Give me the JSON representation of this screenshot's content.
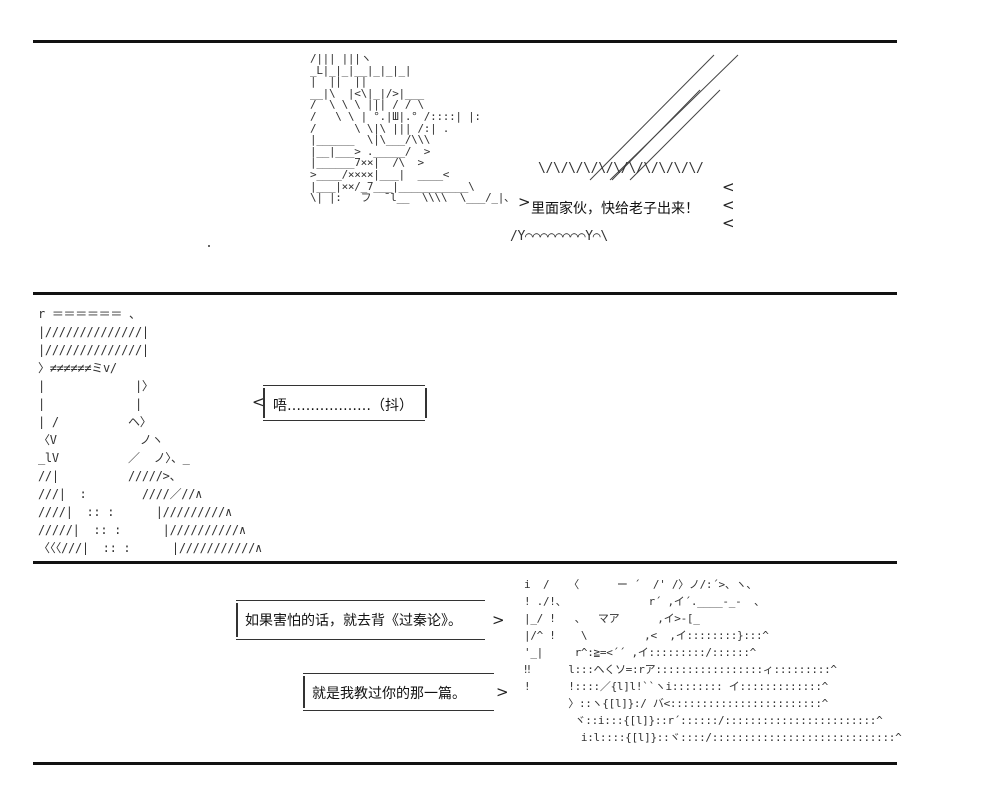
{
  "panel1": {
    "dialogue": "里面家伙，快给老子出来！"
  },
  "panel2": {
    "dialogue": "唔………………（抖）"
  },
  "panel3": {
    "dialogue_1": "如果害怕的话，就去背《过秦论》。",
    "dialogue_2": "就是我教过你的那一篇。"
  },
  "art": {
    "p1_row01": "/||| |||ヽ",
    "p1_row02": "_L|_|_|__|_|_|_|",
    "p1_row03": "|  ||  ||",
    "p1_row04": "__|\\  |<\\|_|/>|___",
    "p1_row05": "/  \\ \\ \\ ||| / / \\",
    "p1_row06": "/   \\ \\ | °.|Ш|.° /::::| |:",
    "p1_row07": "/      \\ \\|\\ ||| /:| .",
    "p1_row08": "|______  \\|\\___/\\\\\\",
    "p1_row09": "|__|___> ._____/  >",
    "p1_row10": "|______7××|  /\\  >",
    "p1_row11": ">____/××××|___|  ____<",
    "p1_row12": "|___|××/_7___|___________\\",
    "p1_row13": "\\| |:   フ  ¯l__  \\\\\\\\  \\___/_|、",
    "p1_slash": "/ /\n/  /\n/  /\n/  /\n/  /\n/  /",
    "p1_wave_top": "\\/\\/\\/\\/\\/\\/\\/\\/\\/\\/\\/",
    "p1_wave_bot": "/Y⌒⌒⌒⌒⌒⌒⌒⌒Y⌒\\",
    "p2_head": "r ＝＝＝＝＝＝ 、\n|//////////////|\n|//////////////|\n〉≠≠≠≠≠≠ミv/\n|             |〉\n|             |\n| /          ヘ〉\n〈V            ノヽ\n_lV          ／  ノ〉、_\n//|          /////>、\n///|  :        ////／//∧\n////|  :: :      |/////////∧\n/////|  :: :      |//////////∧\n〈〈〈///|  :: :      |///////////∧",
    "p3_art": "i  /   〈      ー ´  /' /〉ノ/:´>、ヽ、\n! ./!、             r´ ,イ´.____-_-  、\n|_/ !   、  マア      ,イ>-[_\n|/^ !    \\         ,<  ,イ::::::::}:::^\n'_|     r^:≧=<´´ ,イ:::::::::/::::::^\n‼      l:::ヘくソ=:rア:::::::::::::::::ィ:::::::::^\n!      !::::／{l]l!``ヽi:::::::: イ:::::::::::::^\n       〉::ヽ{[l]}:/ バ<::::::::::::::::::::::::^\n        ヾ::i:::{[l]}::r´::::::/::::::::::::::::::::::::^\n         i:l::::{[l]}::ヾ::::/:::::::::::::::::::::::::::::^"
  }
}
